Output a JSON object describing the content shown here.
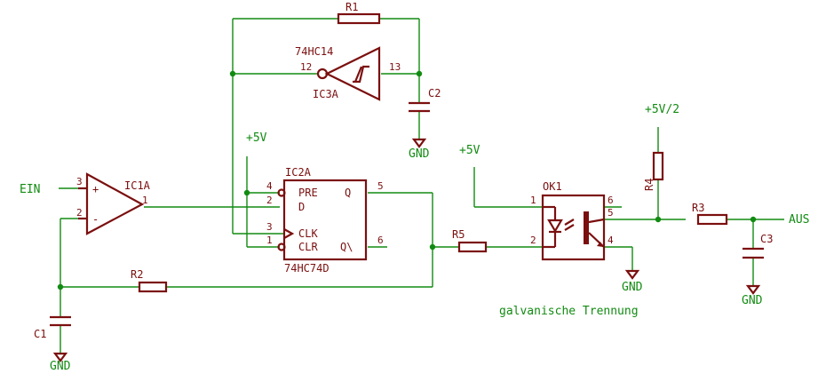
{
  "colors": {
    "wire": "#128b12",
    "part": "#7b0f0f",
    "background": "#ffffff"
  },
  "labels": {
    "ein": "EIN",
    "aus": "AUS",
    "vcc_top": "+5V",
    "vcc_mid": "+5V",
    "vcc_half": "+5V/2",
    "gnd": "GND",
    "isolation": "galvanische Trennung"
  },
  "parts": {
    "ic1a": "IC1A",
    "ic2a": "IC2A",
    "ic2a_type": "74HC74D",
    "ic3a": "IC3A",
    "ic3a_type": "74HC14",
    "ok1": "OK1",
    "r1": "R1",
    "r2": "R2",
    "r3": "R3",
    "r4": "R4",
    "r5": "R5",
    "c1": "C1",
    "c2": "C2",
    "c3": "C3"
  },
  "pins": {
    "ic1_in_p": "3",
    "ic1_in_n": "2",
    "ic1_out": "1",
    "ff_pre": "4",
    "ff_d": "2",
    "ff_clk": "3",
    "ff_clr": "1",
    "ff_q": "5",
    "ff_qn": "6",
    "ff_pre_label": "PRE",
    "ff_d_label": "D",
    "ff_clk_label": "CLK",
    "ff_clr_label": "CLR",
    "ff_q_label": "Q",
    "ff_qn_label": "Q\\",
    "inv_in": "12",
    "inv_out": "13",
    "ok_1": "1",
    "ok_2": "2",
    "ok_4": "4",
    "ok_5": "5",
    "ok_6": "6",
    "opamp_plus": "+",
    "opamp_minus": "-"
  }
}
